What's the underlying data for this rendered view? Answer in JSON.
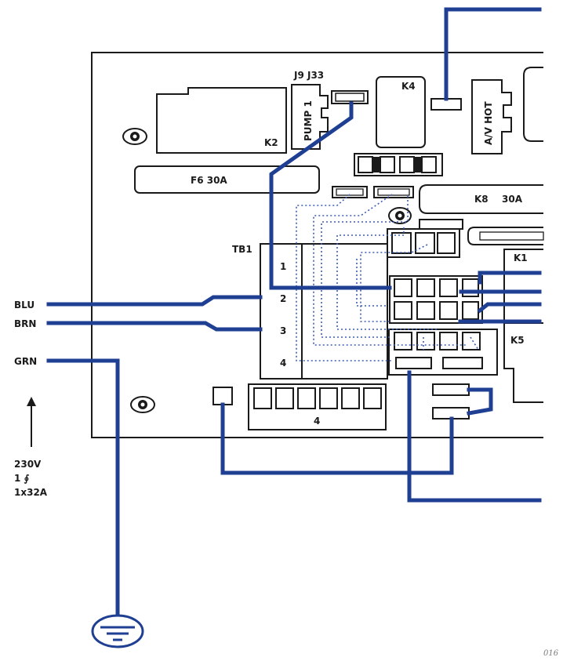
{
  "wires": {
    "blu": "BLU",
    "brn": "BRN",
    "grn": "GRN"
  },
  "supply": {
    "voltage": "230V",
    "phase": "1 ∮",
    "current": "1x32A"
  },
  "board": {
    "j9_j33": "J9 J33",
    "pump": "PUMP 1",
    "k4": "K4",
    "av_hot": "A/V HOT",
    "k2": "K2",
    "f6": "F6 30A",
    "k8": "K8",
    "k8_rating": "30A",
    "tb1": "TB1",
    "tb1_terminals": [
      "1",
      "2",
      "3",
      "4"
    ],
    "k1": "K1",
    "k5": "K5",
    "bottom_connector": "4"
  },
  "footer_code": "016",
  "colors": {
    "wire": "#1f3f93",
    "outline": "#1a1a1a"
  }
}
